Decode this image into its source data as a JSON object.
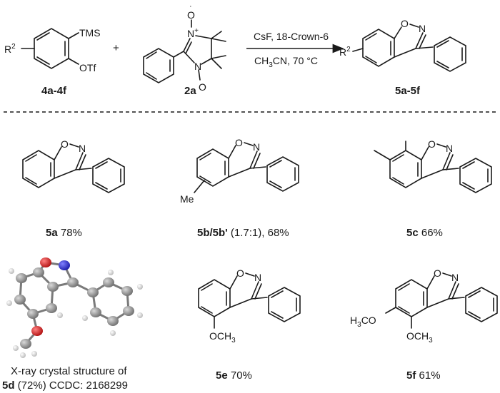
{
  "scheme": {
    "reagent1": {
      "id": "4a-4f",
      "substituent": "R",
      "sub_sup": "2",
      "tms": "TMS",
      "otf": "OTf"
    },
    "plus": "+",
    "reagent2": {
      "id": "2a",
      "o_top": "O",
      "n_top": "N",
      "n_plus": "+",
      "n_bot": "N",
      "o_bot": "O"
    },
    "conditions": {
      "line1": "CsF, 18-Crown-6",
      "line2_a": "CH",
      "line2_sub": "3",
      "line2_b": "CN, 70 °C"
    },
    "product": {
      "id": "5a-5f",
      "o": "O",
      "n": "N",
      "substituent": "R",
      "sub_sup": "2"
    }
  },
  "compounds": [
    {
      "id": "5a",
      "yield": "78%",
      "o": "O",
      "n": "N"
    },
    {
      "id": "5b/5b'",
      "extra": " (1.7:1), 68%",
      "o": "O",
      "n": "N",
      "me": "Me"
    },
    {
      "id": "5c",
      "yield": "66%",
      "o": "O",
      "n": "N"
    },
    {
      "id": "5d",
      "line1": "X-ray crystal structure of",
      "yield_paren": " (72%)  CCDC: 2168299"
    },
    {
      "id": "5e",
      "yield": "70%",
      "o": "O",
      "n": "N",
      "och3_a": "OCH",
      "och3_sub": "3"
    },
    {
      "id": "5f",
      "yield": "61%",
      "o": "O",
      "n": "N",
      "och3_a": "OCH",
      "och3_sub": "3",
      "h3co_a": "H",
      "h3co_sub": "3",
      "h3co_b": "CO"
    }
  ],
  "colors": {
    "oxygen": "#d8292a",
    "nitrogen": "#3a3ae0",
    "carbon": "#8c8c8c",
    "hydrogen": "#e8e8e8"
  }
}
